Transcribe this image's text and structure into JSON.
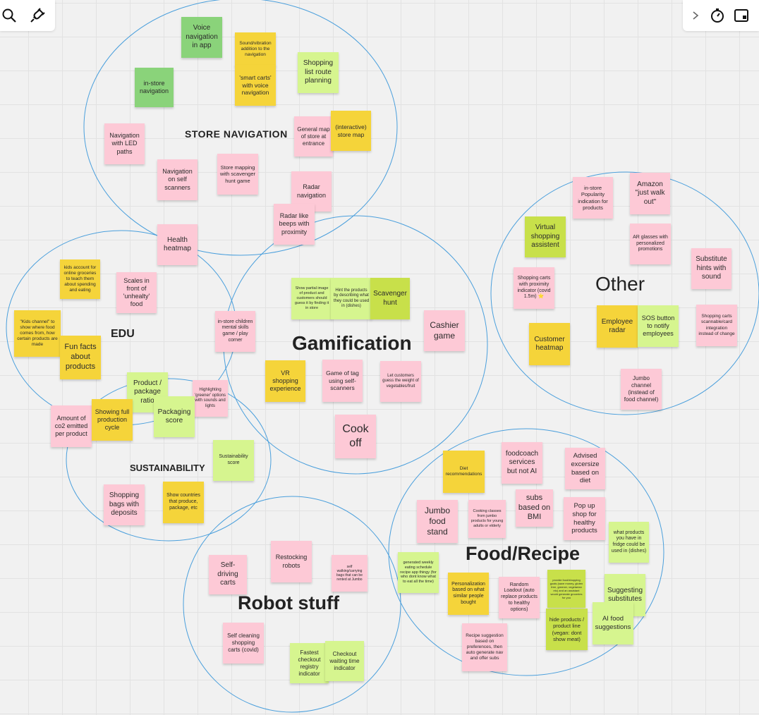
{
  "toolbar": {
    "left_icons": [
      "search-icon",
      "plug-icon"
    ],
    "right_icons": [
      "chevron-right-icon",
      "timer-icon",
      "present-icon"
    ]
  },
  "colors": {
    "pink": "#fdc9d6",
    "yellow": "#f5d43a",
    "lime": "#d6f58f",
    "green": "#8ad37a",
    "olive": "#c8e04a",
    "circle": "#4a9fdc"
  },
  "clusters": {
    "store_navigation": "STORE NAVIGATION",
    "edu": "EDU",
    "gamification": "Gamification",
    "sustainability": "SUSTAINABILITY",
    "robot_stuff": "Robot stuff",
    "other": "Other",
    "food_recipe": "Food/Recipe"
  },
  "notes": {
    "voice_nav": "Voice navigation in app",
    "sound_vibration": "Sound/vibration addition to the navigation",
    "smart_carts": "'smart carts' with voice navigation",
    "shopping_list_route": "Shopping list route planning",
    "in_store_nav": "in-store navigation",
    "nav_led": "Navigation with LED paths",
    "general_map": "General map of store at entrance",
    "interactive_map": "(interactive) store map",
    "nav_self_scanners": "Navigation on self scanners",
    "store_mapping": "Store mapping with scavenger hunt game",
    "radar_nav": "Radar navigation",
    "radar_beeps": "Radar like beeps with proximity",
    "health_heatmap": "Health heatmap",
    "kids_account": "kids account for online groceries to teach them about spending and eating",
    "scales": "Scales in front of 'unhealty' food",
    "kids_channel": "\"Kids channel\" to show where food comes from, how certain products are made",
    "fun_facts": "Fun facts about products",
    "in_store_children": "in-store children mental skills game / play corner",
    "partial_image": "Show partial image of product and customers should guess it by finding it in store",
    "hint_products": "Hint the products by describing what they could be used in (dishes)",
    "scavenger_hunt": "Scavenger hunt",
    "cashier_game": "Cashier game",
    "vr_shopping": "VR shopping experience",
    "game_of_tag": "Game of tag using self-scanners",
    "guess_weight": "Let customers guess the weight of vegetables/fruit",
    "cook_off": "Cook off",
    "product_package": "Product / package ratio",
    "highlighting_greener": "Highlighting 'greener' options with sounds and lights",
    "amount_co2": "Amount of co2 emitted per product",
    "showing_full": "Showing full production cycle",
    "packaging_score": "Packaging score",
    "sustainability_score": "Sustainability score",
    "shopping_bags": "Shopping bags with deposits",
    "show_countries": "Show countries that produce, package, etc",
    "self_driving": "Self-driving carts",
    "restocking": "Restocking robots",
    "self_walking_bags": "self walking/carrying bags that can be rented at Jumbo",
    "self_cleaning": "Self cleaning shopping carts (covid)",
    "fastest_checkout": "Fastest checkout registry indicator",
    "checkout_waiting": "Checkout waiting time indicator",
    "popularity": "in-store Popularity indication for products",
    "amazon": "Amazon \"just walk out\"",
    "virtual_assistant": "Virtual shopping assistent",
    "ar_glasses": "AR glasses with personalized promotions",
    "substitute_hints": "Substitute hints with sound",
    "proximity_indicator": "Shopping carts with proximity indicator (covid 1.5m) ⭐",
    "employee_radar": "Employee radar",
    "sos_button": "SOS button to notify employees",
    "cart_integration": "Shopping carts scannable/card integration instead of change",
    "customer_heatmap": "Customer heatmap",
    "jumbo_channel": "Jumbo channel (instead of food channel)",
    "diet_rec": "Diet recommendations",
    "foodcoach": "foodcoach services but not AI",
    "advised": "Advised excersize based on diet",
    "jumbo_stand": "Jumbo food stand",
    "cooking_classes": "Cooking classes from jumbo products for young adults or elderly",
    "subs_bmi": "subs based on BMI",
    "pop_up": "Pop up shop for healthy products",
    "fridge": "what products you have in fridge could be used in (dishes)",
    "weekly_schedule": "generated weekly eating schedule recipe app thingy (for who dont know what to eat all the time)",
    "personalization": "Personalization based on what similar people bought",
    "random_loadout": "Random Loadout (auto replace products to healthy options)",
    "provide_food": "provide food/shopping goals (save money, gluten free, greener, vegetarian etc) and an assistant would generate groceries for you",
    "suggesting_subs": "Suggesting substitutes",
    "hide_products": "hide products / product line (vegan: dont show meat)",
    "ai_food": "AI food suggestions",
    "recipe_suggestion": "Recipe suggestion based on preferences, then auto generate nav and offer subs"
  }
}
